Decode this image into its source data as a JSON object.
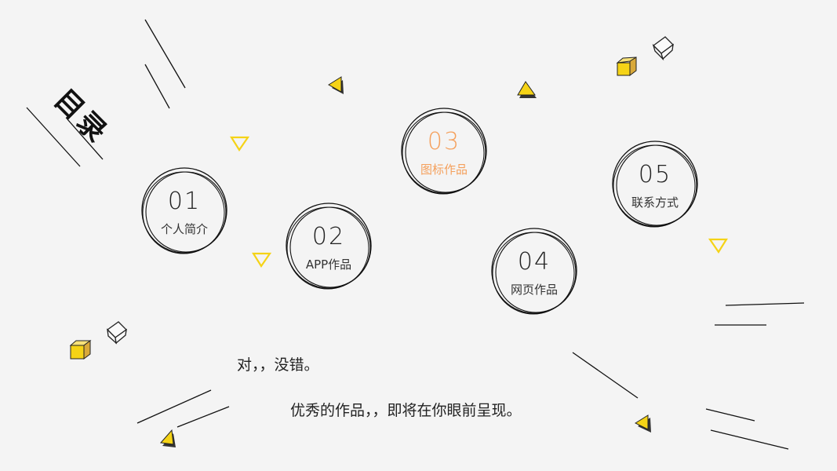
{
  "title": "目录",
  "items": [
    {
      "number": "01",
      "label": "个人简介"
    },
    {
      "number": "02",
      "label": "APP作品"
    },
    {
      "number": "03",
      "label": "图标作品"
    },
    {
      "number": "04",
      "label": "网页作品"
    },
    {
      "number": "05",
      "label": "联系方式"
    }
  ],
  "tagline_line1": "对，，没错。",
  "tagline_line2": "优秀的作品，，即将在你眼前呈现。",
  "colors": {
    "background": "#f4f4f4",
    "accent": "#f5a05c",
    "yellow": "#f5d316",
    "ink": "#111111"
  }
}
